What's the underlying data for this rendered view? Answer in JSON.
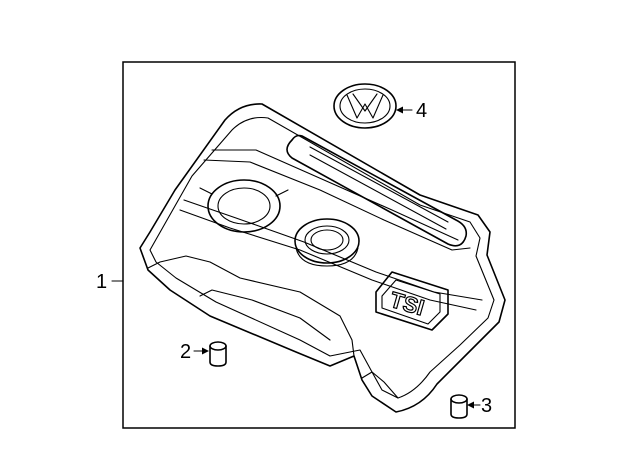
{
  "callouts": {
    "c1": "1",
    "c2": "2",
    "c3": "3",
    "c4": "4"
  },
  "badge": {
    "model_text": "TSI"
  },
  "colors": {
    "line": "#000000",
    "background": "#ffffff"
  },
  "icons": {
    "emblem": "vw-emblem-icon",
    "grommet": "grommet-icon"
  }
}
